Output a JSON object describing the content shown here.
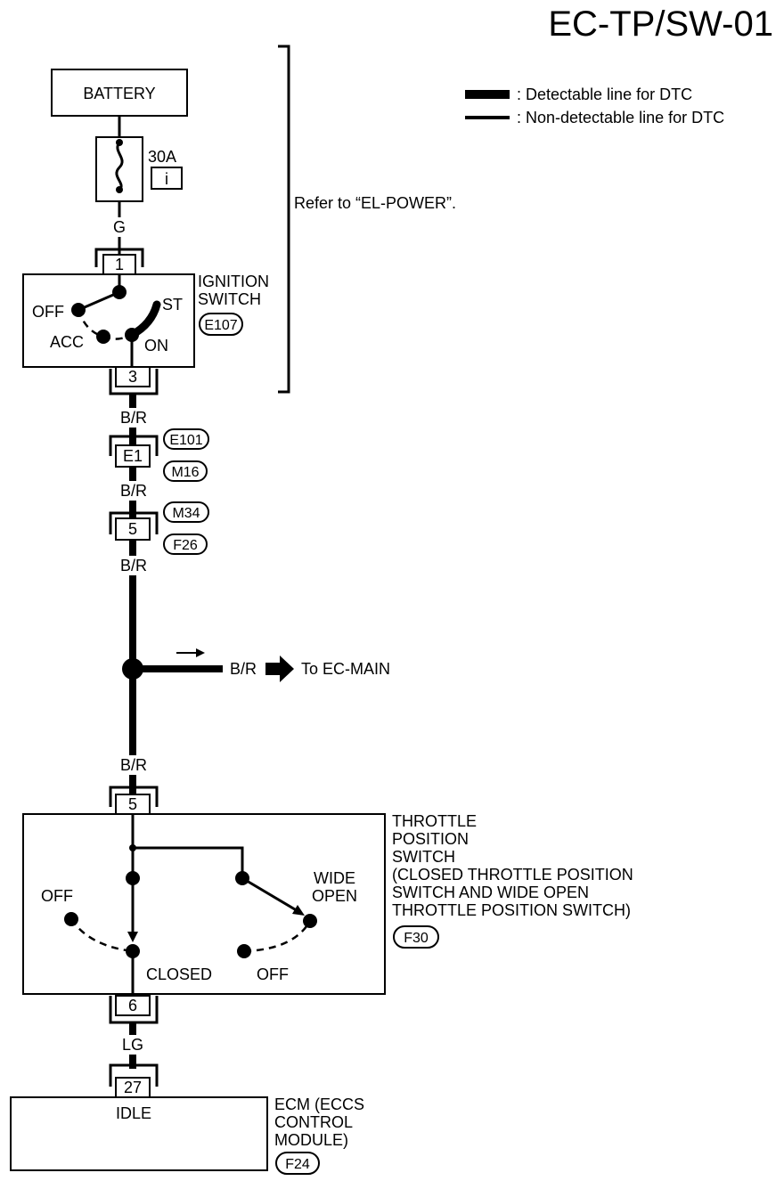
{
  "title": "EC-TP/SW-01",
  "legend": {
    "detectable": ": Detectable line for DTC",
    "non_detectable": ": Non-detectable line for DTC"
  },
  "power_note": "Refer to “EL-POWER”.",
  "battery": "BATTERY",
  "fuse": {
    "rating": "30A",
    "id": "i"
  },
  "wire_colors": {
    "g": "G",
    "br1": "B/R",
    "br2": "B/R",
    "br3": "B/R",
    "br_branch": "B/R",
    "br4": "B/R",
    "lg": "LG"
  },
  "ignition_switch": {
    "name_line1": "IGNITION",
    "name_line2": "SWITCH",
    "connector": "E107",
    "pin_in": "1",
    "pin_out": "3",
    "positions": {
      "off": "OFF",
      "acc": "ACC",
      "on": "ON",
      "st": "ST"
    }
  },
  "connectors": {
    "e101": "E101",
    "m16": "M16",
    "pin_e1": "E1",
    "m34": "M34",
    "f26": "F26",
    "pin_5a": "5"
  },
  "branch_destination": "To EC-MAIN",
  "throttle_switch": {
    "name": [
      "THROTTLE",
      "POSITION",
      "SWITCH",
      "(CLOSED THROTTLE POSITION",
      "SWITCH AND WIDE OPEN",
      "THROTTLE POSITION SWITCH)"
    ],
    "connector": "F30",
    "pin_in": "5",
    "pin_out": "6",
    "labels": {
      "off_left": "OFF",
      "closed": "CLOSED",
      "wide_open_1": "WIDE",
      "wide_open_2": "OPEN",
      "off_right": "OFF"
    }
  },
  "ecm": {
    "name": [
      "ECM (ECCS",
      "CONTROL",
      "MODULE)"
    ],
    "connector": "F24",
    "pin": "27",
    "terminal": "IDLE"
  }
}
